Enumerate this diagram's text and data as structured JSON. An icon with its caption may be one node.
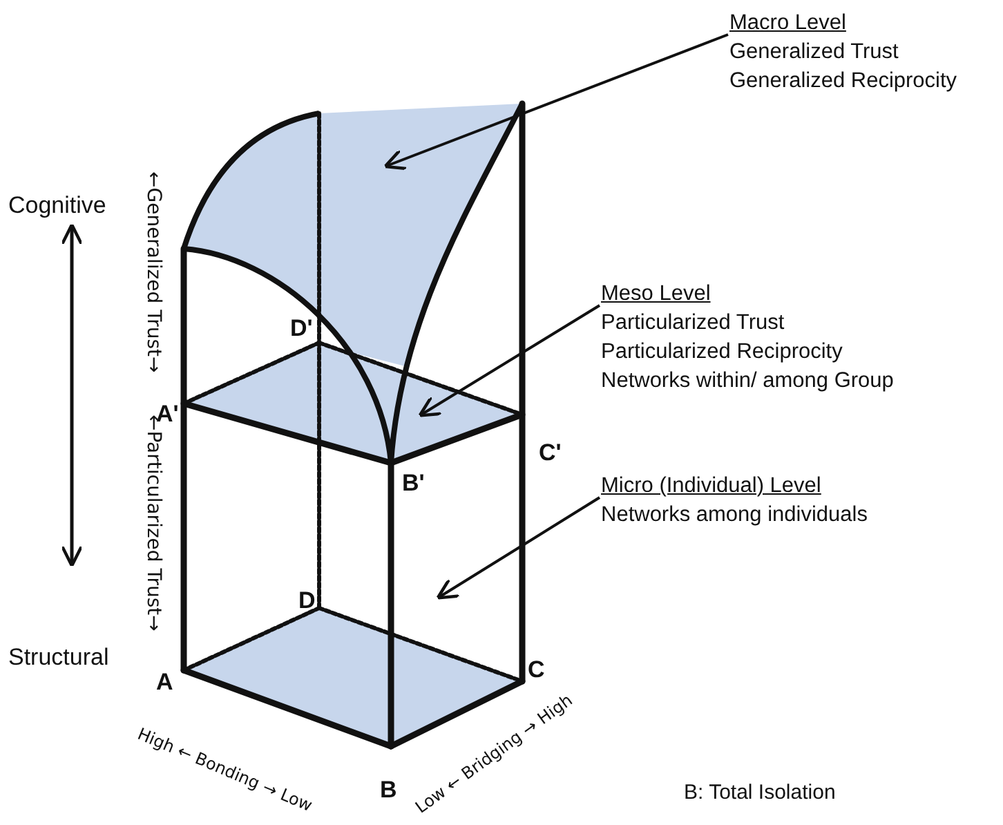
{
  "diagram": {
    "nodes": [
      {
        "text": [
          "Macro  Level",
          "Generalized Trust",
          "Generalized Reciprocity"
        ]
      },
      {
        "text": [],
        "shape": "surface"
      },
      {
        "text": [
          "Meso  Level",
          "Particularized Trust",
          "Particularized Reciprocity",
          "Networks within/ among Group"
        ]
      },
      {
        "text": [],
        "shape": "plane"
      },
      {
        "text": [
          "Micro (Individual) Level",
          "Networks among individuals"
        ]
      },
      {
        "text": [],
        "shape": "plane"
      }
    ],
    "edges": [
      {
        "from": 0,
        "to": 1,
        "arrow": "to"
      },
      {
        "from": 2,
        "to": 3,
        "arrow": "to"
      },
      {
        "from": 4,
        "to": 5,
        "arrow": "to"
      }
    ],
    "labels": [
      "Cognitive",
      "←Generalized Trust→",
      "D'",
      "A'",
      "←Particularized Trust→",
      "C'",
      "B'",
      "D",
      "Structural",
      "A",
      "C",
      "High ← Bonding → Low",
      "B",
      "Low ← Bridging → High",
      "B: Total Isolation"
    ]
  }
}
